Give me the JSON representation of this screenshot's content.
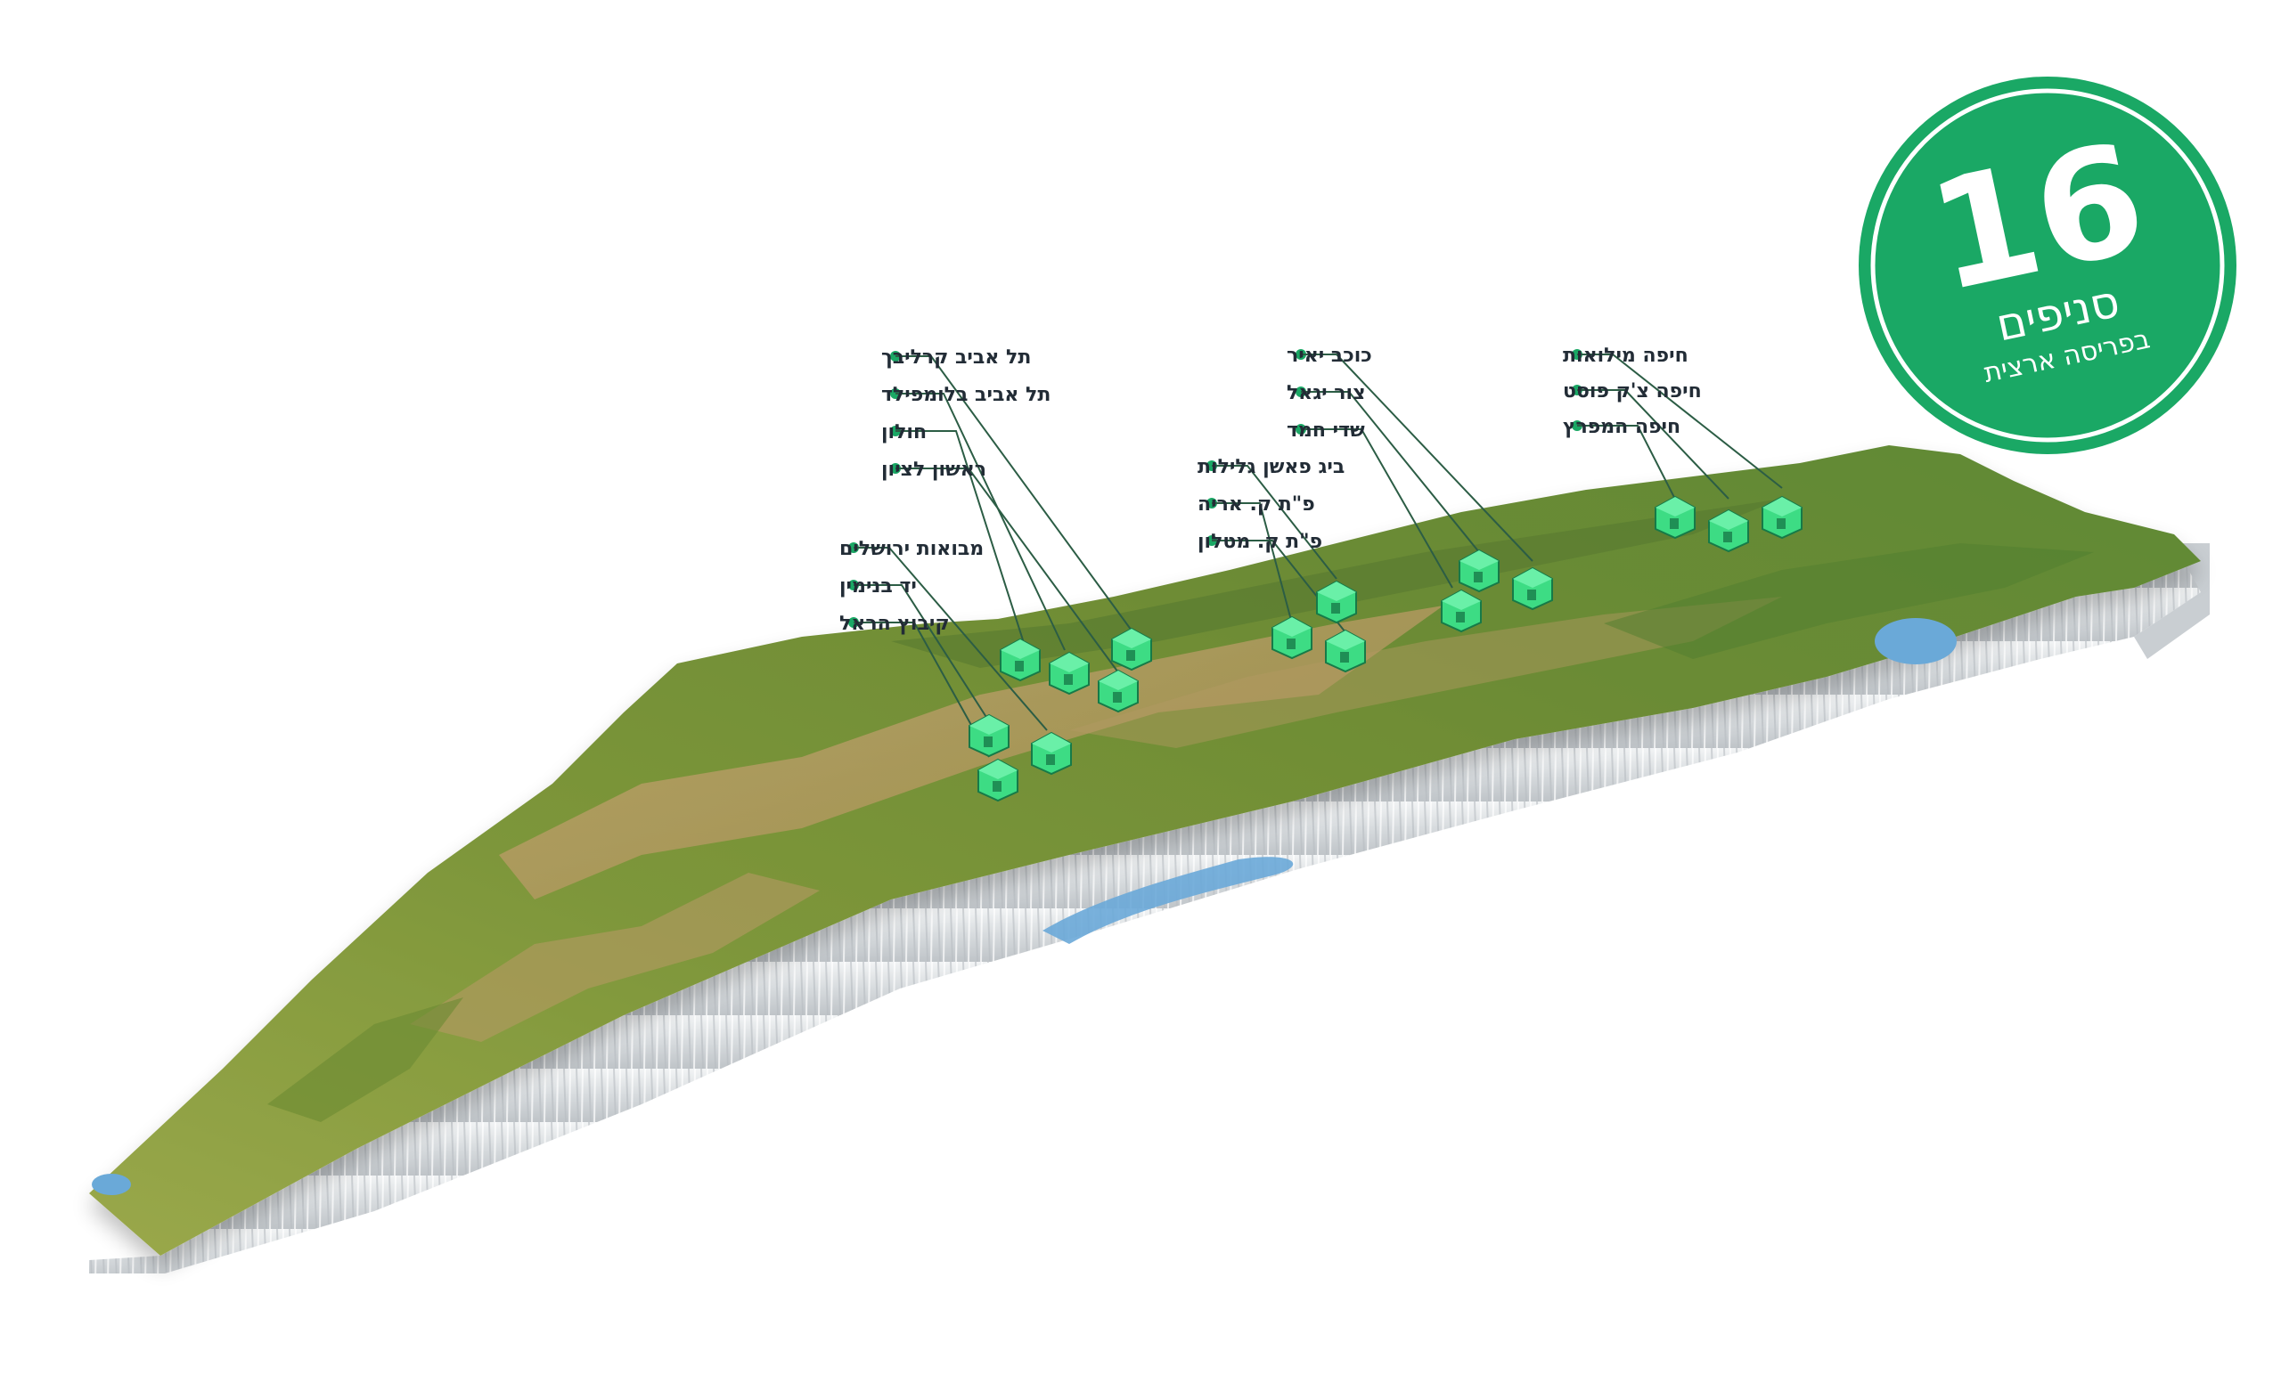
{
  "badge": {
    "count": "16",
    "title": "סניפים",
    "subtitle": "בפריסה ארצית",
    "color": "#1aa865"
  },
  "colors": {
    "accent": "#1aa865",
    "marker": "#3ddc84",
    "terrain": "#7f9a3c",
    "cliff": "#dfe3e6",
    "water": "#6aa9d8"
  },
  "branch_groups": [
    {
      "region": "north-haifa",
      "branches": [
        {
          "name": "חיפה מילואות",
          "icon": "building-icon"
        },
        {
          "name": "חיפה צ'ק פוסט",
          "icon": "building-icon"
        },
        {
          "name": "חיפה המפרץ",
          "icon": "building-icon"
        }
      ]
    },
    {
      "region": "north-center",
      "branches": [
        {
          "name": "כוכב יאיר",
          "icon": "building-icon"
        },
        {
          "name": "צור יגאל",
          "icon": "building-icon"
        },
        {
          "name": "שדי חמד",
          "icon": "building-icon"
        }
      ]
    },
    {
      "region": "sharon",
      "branches": [
        {
          "name": "ביג פאשן גלילות",
          "icon": "building-icon"
        },
        {
          "name": "פ\"ת ק. אריה",
          "icon": "building-icon"
        },
        {
          "name": "פ\"ת ק. מטלון",
          "icon": "building-icon"
        }
      ]
    },
    {
      "region": "tel-aviv",
      "branches": [
        {
          "name": "תל אביב קרליבך",
          "icon": "building-icon"
        },
        {
          "name": "תל אביב בלומפילד",
          "icon": "building-icon"
        },
        {
          "name": "חולון",
          "icon": "building-icon"
        },
        {
          "name": "ראשון לציון",
          "icon": "building-icon"
        }
      ]
    },
    {
      "region": "jerusalem",
      "branches": [
        {
          "name": "מבואות ירושלים",
          "icon": "building-icon"
        },
        {
          "name": "יד בנימין",
          "icon": "building-icon"
        },
        {
          "name": "קיבוץ הראל",
          "icon": "building-icon"
        }
      ]
    }
  ]
}
